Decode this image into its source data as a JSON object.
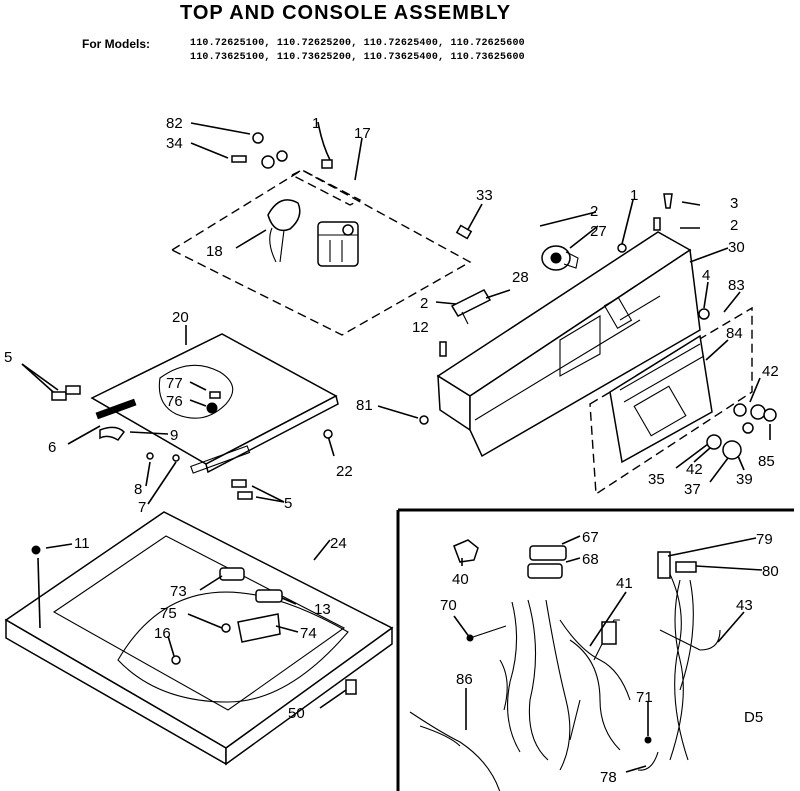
{
  "title": "TOP AND CONSOLE ASSEMBLY",
  "models_label": "For Models:",
  "models": [
    "110.72625100, 110.72625200, 110.72625400, 110.72625600",
    "110.73625100, 110.73625200, 110.73625400, 110.73625600"
  ],
  "page_code": "D5",
  "callouts": {
    "n82": "82",
    "n34": "34",
    "n1a": "1",
    "n17": "17",
    "n33": "33",
    "n2a": "2",
    "n27": "27",
    "n1b": "1",
    "n3": "3",
    "n2b": "2",
    "n30": "30",
    "n18": "18",
    "n28": "28",
    "n2c": "2",
    "n12": "12",
    "n4": "4",
    "n83": "83",
    "n20": "20",
    "n5a": "5",
    "n77": "77",
    "n76": "76",
    "n81": "81",
    "n84": "84",
    "n42a": "42",
    "n6": "6",
    "n9": "9",
    "n22": "22",
    "n85": "85",
    "n42b": "42",
    "n35": "35",
    "n37": "37",
    "n39": "39",
    "n8": "8",
    "n7": "7",
    "n5b": "5",
    "n11": "11",
    "n24": "24",
    "n67": "67",
    "n79": "79",
    "n40": "40",
    "n68": "68",
    "n80": "80",
    "n41": "41",
    "n73": "73",
    "n70": "70",
    "n43": "43",
    "n75": "75",
    "n13": "13",
    "n16": "16",
    "n74": "74",
    "n86": "86",
    "n71": "71",
    "n50": "50",
    "n78": "78"
  }
}
